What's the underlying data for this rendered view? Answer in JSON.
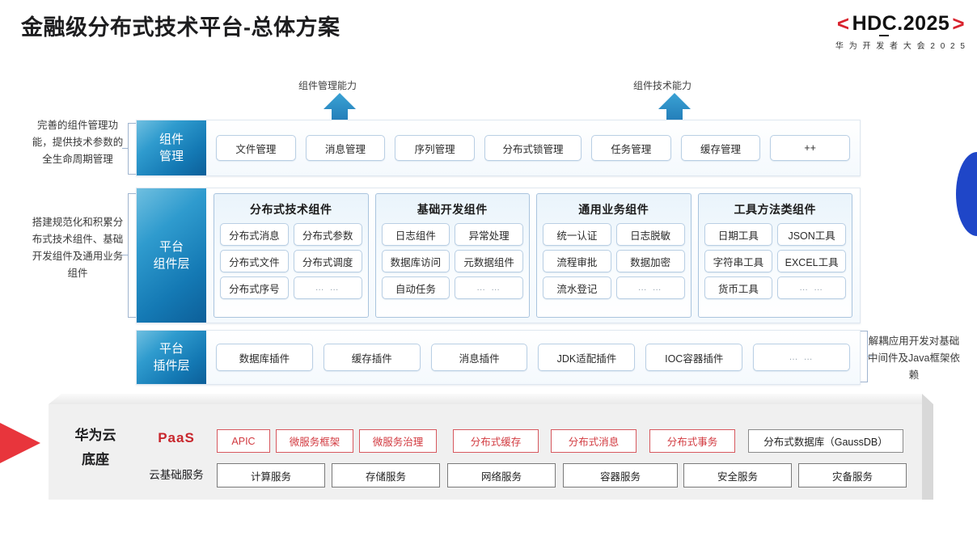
{
  "header": {
    "title": "金融级分布式技术平台-总体方案",
    "logo": {
      "left_bracket": "<",
      "text_a": "HDC",
      "text_b": ".2025",
      "right_bracket": ">",
      "subtitle": "华 为 开 发 者 大 会 2 0 2 5"
    }
  },
  "arrows": [
    {
      "label": "组件管理能力"
    },
    {
      "label": "组件技术能力"
    }
  ],
  "side_notes": {
    "left_top": "完善的组件管理功能，提供技术参数的全生命周期管理",
    "left_mid": "搭建规范化和积累分布式技术组件、基础开发组件及通用业务组件",
    "right": "解耦应用开发对基础中间件及Java框架依赖"
  },
  "rows": [
    {
      "label_line1": "组件",
      "label_line2": "管理",
      "items": [
        "文件管理",
        "消息管理",
        "序列管理",
        "分布式锁管理",
        "任务管理",
        "缓存管理",
        "++"
      ]
    },
    {
      "label_line1": "平台",
      "label_line2": "组件层",
      "groups": [
        {
          "title": "分布式技术组件",
          "items": [
            "分布式消息",
            "分布式参数",
            "分布式文件",
            "分布式调度",
            "分布式序号",
            "… …"
          ]
        },
        {
          "title": "基础开发组件",
          "items": [
            "日志组件",
            "异常处理",
            "数据库访问",
            "元数据组件",
            "自动任务",
            "… …"
          ]
        },
        {
          "title": "通用业务组件",
          "items": [
            "统一认证",
            "日志脱敏",
            "流程审批",
            "数据加密",
            "流水登记",
            "… …"
          ]
        },
        {
          "title": "工具方法类组件",
          "items": [
            "日期工具",
            "JSON工具",
            "字符串工具",
            "EXCEL工具",
            "货币工具",
            "… …"
          ]
        }
      ]
    },
    {
      "label_line1": "平台",
      "label_line2": "插件层",
      "items": [
        "数据库插件",
        "缓存插件",
        "消息插件",
        "JDK适配插件",
        "IOC容器插件",
        "… …"
      ]
    }
  ],
  "bottom": {
    "base_line1": "华为云",
    "base_line2": "底座",
    "paas_label": "PaaS",
    "cloud_service_label": "云基础服务",
    "paas_items": [
      {
        "text": "APIC",
        "style": "red"
      },
      {
        "text": "微服务框架",
        "style": "red"
      },
      {
        "text": "微服务治理",
        "style": "red"
      },
      {
        "text": "分布式缓存",
        "style": "red"
      },
      {
        "text": "分布式消息",
        "style": "red"
      },
      {
        "text": "分布式事务",
        "style": "red"
      },
      {
        "text": "分布式数据库（GaussDB）",
        "style": "gray"
      }
    ],
    "cloud_items": [
      "计算服务",
      "存储服务",
      "网络服务",
      "容器服务",
      "安全服务",
      "灾备服务"
    ]
  },
  "colors": {
    "accent_red": "#d9232e",
    "accent_blue": "#1479b4",
    "deco_blue": "#1f46c8",
    "slab_gray": "#f0f0f0"
  }
}
